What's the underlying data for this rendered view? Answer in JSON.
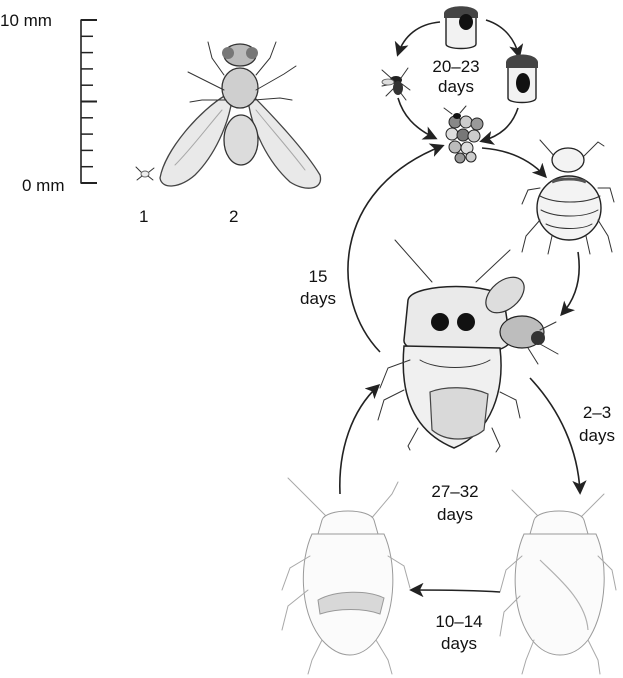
{
  "scale_bar": {
    "top_label": "10 mm",
    "bottom_label": "0 mm"
  },
  "specimens": [
    {
      "number": "1",
      "icon": "tiny-insect-icon"
    },
    {
      "number": "2",
      "icon": "fly-icon"
    }
  ],
  "cycle_durations": {
    "egg_parasitoid": {
      "value": "20–23",
      "unit": "days"
    },
    "adult_to_eggs": {
      "value": "15",
      "unit": "days"
    },
    "parasitized_adult": {
      "value": "2–3",
      "unit": "days"
    },
    "inner": {
      "value": "27–32",
      "unit": "days"
    },
    "bottom": {
      "value": "10–14",
      "unit": "days"
    }
  },
  "colors": {
    "ink": "#222222",
    "background": "#ffffff",
    "faded": "#a8a8a8"
  }
}
